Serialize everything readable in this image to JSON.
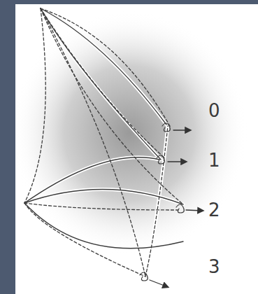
{
  "diagram": {
    "labels": [
      "0",
      "1",
      "2",
      "3"
    ]
  }
}
